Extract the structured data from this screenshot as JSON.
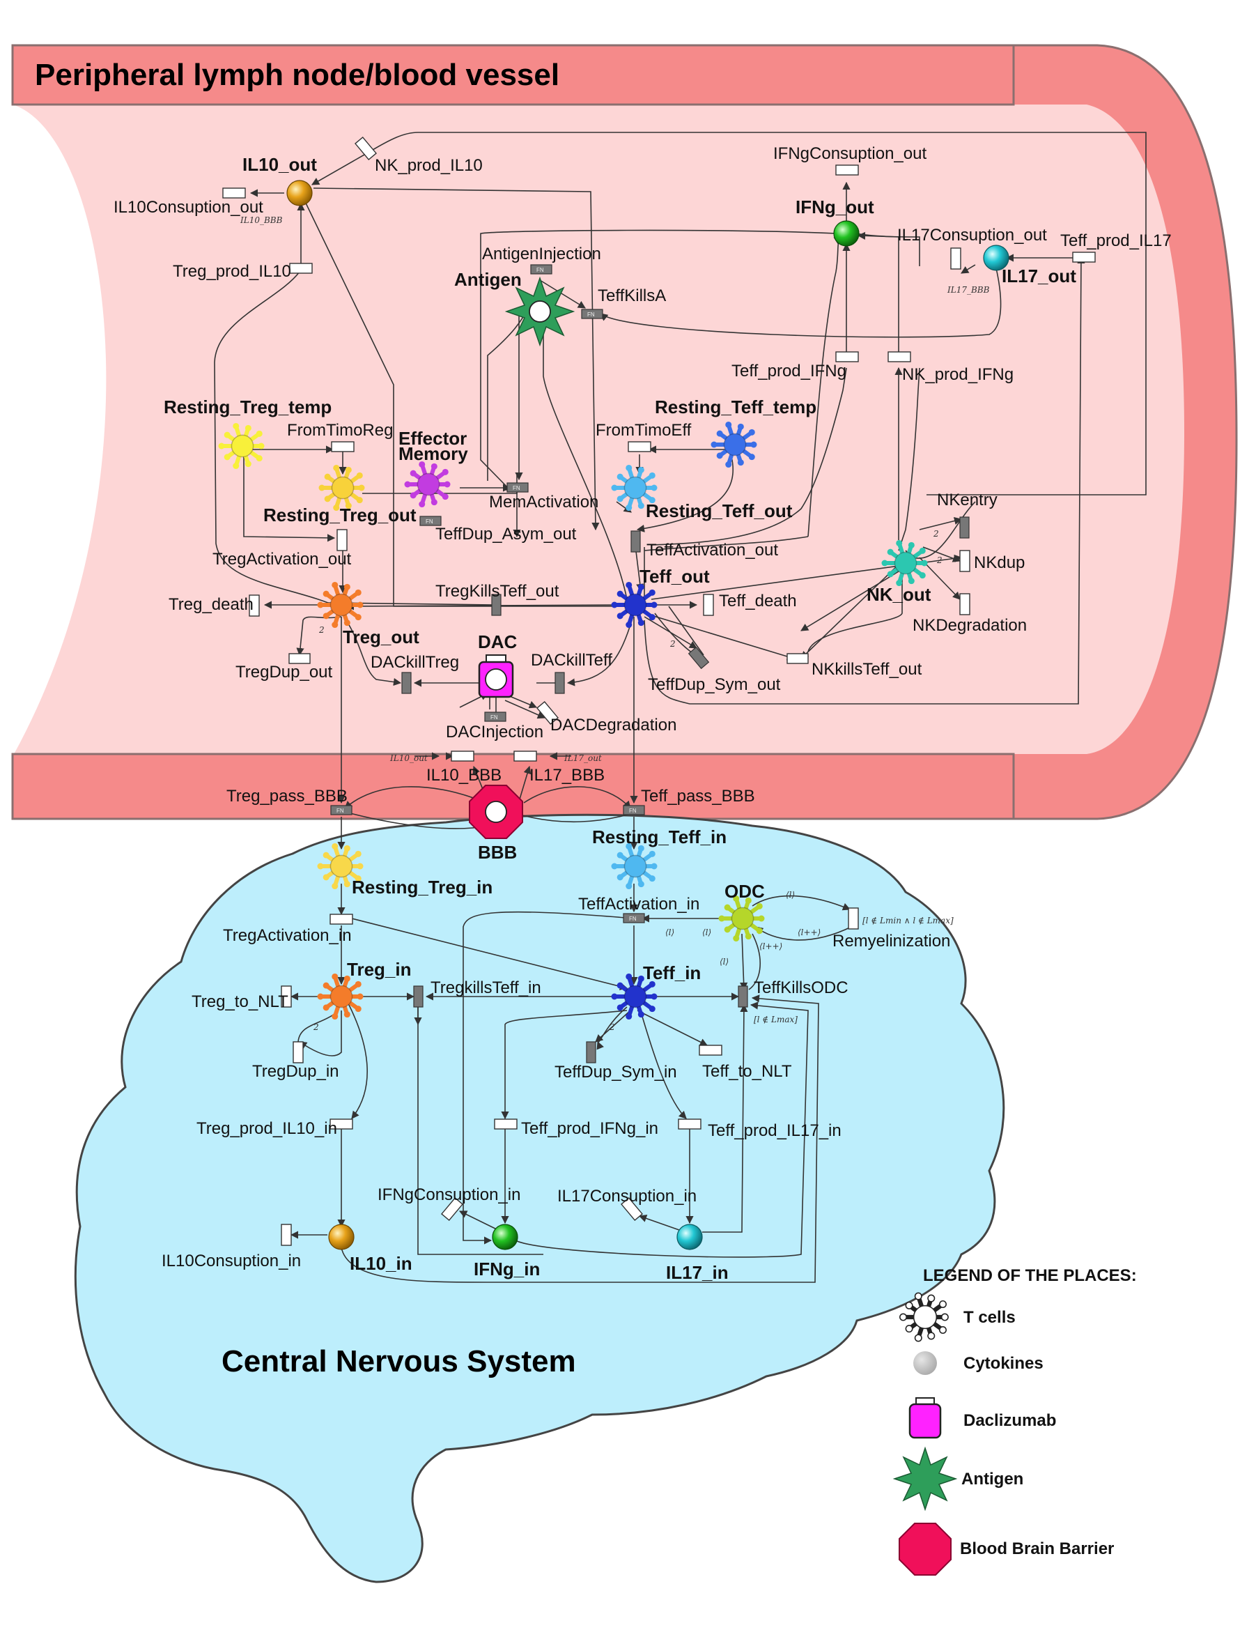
{
  "regions": {
    "periphery_title": "Peripheral lymph node/blood vessel",
    "cns_title": "Central Nervous System"
  },
  "colors": {
    "vessel_band": "#f58a8a",
    "vessel_fill": "#fdd6d6",
    "brain_fill": "#bdeefc",
    "treg": "#f47c2a",
    "teff": "#2233cc",
    "resting_treg": "#f8e23a",
    "resting_teff": "#4fb8f0",
    "il10": "#e7a21a",
    "ifng": "#22c222",
    "il17": "#22c8d4",
    "nk": "#2cc7b0",
    "effector_memory": "#c23ce0",
    "odc": "#b5d62a",
    "antigen": "#2e9e5a",
    "dac": "#ff22ff",
    "bbb": "#f0105a"
  },
  "places": [
    {
      "id": "il10_out",
      "label": "IL10_out",
      "kind": "cytokine",
      "color": "#e7a21a"
    },
    {
      "id": "ifng_out",
      "label": "IFNg_out",
      "kind": "cytokine",
      "color": "#22c222"
    },
    {
      "id": "il17_out",
      "label": "IL17_out",
      "kind": "cytokine",
      "color": "#22c8d4"
    },
    {
      "id": "antigen",
      "label": "Antigen",
      "kind": "antigen",
      "color": "#2e9e5a"
    },
    {
      "id": "resting_treg_temp",
      "label": "Resting_Treg_temp",
      "kind": "tcell",
      "color": "#f8f03a"
    },
    {
      "id": "resting_treg_out",
      "label": "Resting_Treg_out",
      "kind": "tcell",
      "color": "#f8d23a"
    },
    {
      "id": "effector_memory",
      "label_line1": "Effector",
      "label_line2": "Memory",
      "kind": "tcell",
      "color": "#c23ce0"
    },
    {
      "id": "resting_teff_temp",
      "label": "Resting_Teff_temp",
      "kind": "tcell",
      "color": "#3a6fe8"
    },
    {
      "id": "resting_teff_out",
      "label": "Resting_Teff_out",
      "kind": "tcell",
      "color": "#4fb8f0"
    },
    {
      "id": "treg_out",
      "label": "Treg_out",
      "kind": "tcell",
      "color": "#f47c2a"
    },
    {
      "id": "teff_out",
      "label": "Teff_out",
      "kind": "tcell",
      "color": "#2233cc"
    },
    {
      "id": "nk_out",
      "label": "NK_out",
      "kind": "tcell",
      "color": "#2cc7b0"
    },
    {
      "id": "dac",
      "label": "DAC",
      "kind": "dac",
      "color": "#ff22ff"
    },
    {
      "id": "bbb",
      "label": "BBB",
      "kind": "bbb",
      "color": "#f0105a"
    },
    {
      "id": "resting_treg_in",
      "label": "Resting_Treg_in",
      "kind": "tcell",
      "color": "#f8d84a"
    },
    {
      "id": "resting_teff_in",
      "label": "Resting_Teff_in",
      "kind": "tcell",
      "color": "#4fb8f0"
    },
    {
      "id": "odc",
      "label": "ODC",
      "kind": "tcell",
      "color": "#b5d62a"
    },
    {
      "id": "treg_in",
      "label": "Treg_in",
      "kind": "tcell",
      "color": "#f47c2a"
    },
    {
      "id": "teff_in",
      "label": "Teff_in",
      "kind": "tcell",
      "color": "#2233cc"
    },
    {
      "id": "il10_in",
      "label": "IL10_in",
      "kind": "cytokine",
      "color": "#e7a21a"
    },
    {
      "id": "ifng_in",
      "label": "IFNg_in",
      "kind": "cytokine",
      "color": "#22c222"
    },
    {
      "id": "il17_in",
      "label": "IL17_in",
      "kind": "cytokine",
      "color": "#22c8d4"
    }
  ],
  "transitions": [
    {
      "id": "nk_prod_il10",
      "label": "NK_prod_IL10"
    },
    {
      "id": "il10consuption_out",
      "label": "IL10Consuption_out"
    },
    {
      "id": "treg_prod_il10",
      "label": "Treg_prod_IL10"
    },
    {
      "id": "ifngconsuption_out",
      "label": "IFNgConsuption_out"
    },
    {
      "id": "il17consuption_out",
      "label": "IL17Consuption_out"
    },
    {
      "id": "teff_prod_il17",
      "label": "Teff_prod_IL17"
    },
    {
      "id": "antigeninjection",
      "label": "AntigenInjection"
    },
    {
      "id": "teffkillsa",
      "label": "TeffKillsA"
    },
    {
      "id": "teff_prod_ifng",
      "label": "Teff_prod_IFNg"
    },
    {
      "id": "nk_prod_ifng",
      "label": "NK_prod_IFNg"
    },
    {
      "id": "fromtimoreg",
      "label": "FromTimoReg"
    },
    {
      "id": "fromtimoeff",
      "label": "FromTimoEff"
    },
    {
      "id": "memactivation",
      "label": "MemActivation"
    },
    {
      "id": "teffdup_asym_out",
      "label": "TeffDup_Asym_out"
    },
    {
      "id": "teffactivation_out",
      "label": "TeffActivation_out"
    },
    {
      "id": "tregactivation_out",
      "label": "TregActivation_out"
    },
    {
      "id": "nkentry",
      "label": "NKentry"
    },
    {
      "id": "nkdup",
      "label": "NKdup"
    },
    {
      "id": "treg_death",
      "label": "Treg_death"
    },
    {
      "id": "tregkillsteff_out",
      "label": "TregKillsTeff_out"
    },
    {
      "id": "teff_death",
      "label": "Teff_death"
    },
    {
      "id": "nkdegradation",
      "label": "NKDegradation"
    },
    {
      "id": "tregdup_out",
      "label": "TregDup_out"
    },
    {
      "id": "dackilltreg",
      "label": "DACkillTreg"
    },
    {
      "id": "dackillteff",
      "label": "DACkillTeff"
    },
    {
      "id": "nkkillsteff_out",
      "label": "NKkillsTeff_out"
    },
    {
      "id": "teffdup_sym_out",
      "label": "TeffDup_Sym_out"
    },
    {
      "id": "dacinjection",
      "label": "DACInjection"
    },
    {
      "id": "dacdegradation",
      "label": "DACDegradation"
    },
    {
      "id": "il10_bbb",
      "label": "IL10_BBB"
    },
    {
      "id": "il17_bbb",
      "label": "IL17_BBB"
    },
    {
      "id": "treg_pass_bbb",
      "label": "Treg_pass_BBB"
    },
    {
      "id": "teff_pass_bbb",
      "label": "Teff_pass_BBB"
    },
    {
      "id": "tregactivation_in",
      "label": "TregActivation_in"
    },
    {
      "id": "teffactivation_in",
      "label": "TeffActivation_in"
    },
    {
      "id": "remyelinization",
      "label": "Remyelinization"
    },
    {
      "id": "treg_to_nlt",
      "label": "Treg_to_NLT"
    },
    {
      "id": "tregkillsteff_in",
      "label": "TregkillsTeff_in"
    },
    {
      "id": "teffkillsodc",
      "label": "TeffKillsODC"
    },
    {
      "id": "tregdup_in",
      "label": "TregDup_in"
    },
    {
      "id": "teffdup_sym_in",
      "label": "TeffDup_Sym_in"
    },
    {
      "id": "teff_to_nlt",
      "label": "Teff_to_NLT"
    },
    {
      "id": "treg_prod_il10_in",
      "label": "Treg_prod_IL10_in"
    },
    {
      "id": "teff_prod_ifng_in",
      "label": "Teff_prod_IFNg_in"
    },
    {
      "id": "teff_prod_il17_in",
      "label": "Teff_prod_IL17_in"
    },
    {
      "id": "ifngconsuption_in",
      "label": "IFNgConsuption_in"
    },
    {
      "id": "il17consuption_in",
      "label": "IL17Consuption_in"
    },
    {
      "id": "il10consuption_in",
      "label": "IL10Consuption_in"
    }
  ],
  "fn_tag": "FN",
  "arc_weights": {
    "two": "2"
  },
  "annotations": {
    "il10_bbb_var": "IL10_BBB",
    "il17_bbb_var": "IL17_BBB",
    "il10_out_small": "IL10_out",
    "il17_out_small": "IL17_out",
    "l": "⟨l⟩",
    "l_inc": "⟨l++⟩",
    "remy_guard": "[l ∉ Lmin ∧ l ∉ Lmax]",
    "odc_guard": "[l ∉ Lmax]"
  },
  "legend": {
    "title": "LEGEND OF THE PLACES:",
    "items": [
      {
        "label": "T cells",
        "icon": "tcell-icon"
      },
      {
        "label": "Cytokines",
        "icon": "cytokine-icon"
      },
      {
        "label": "Daclizumab",
        "icon": "daclizumab-icon"
      },
      {
        "label": "Antigen",
        "icon": "antigen-icon"
      },
      {
        "label": "Blood Brain Barrier",
        "icon": "bbb-icon"
      }
    ]
  }
}
